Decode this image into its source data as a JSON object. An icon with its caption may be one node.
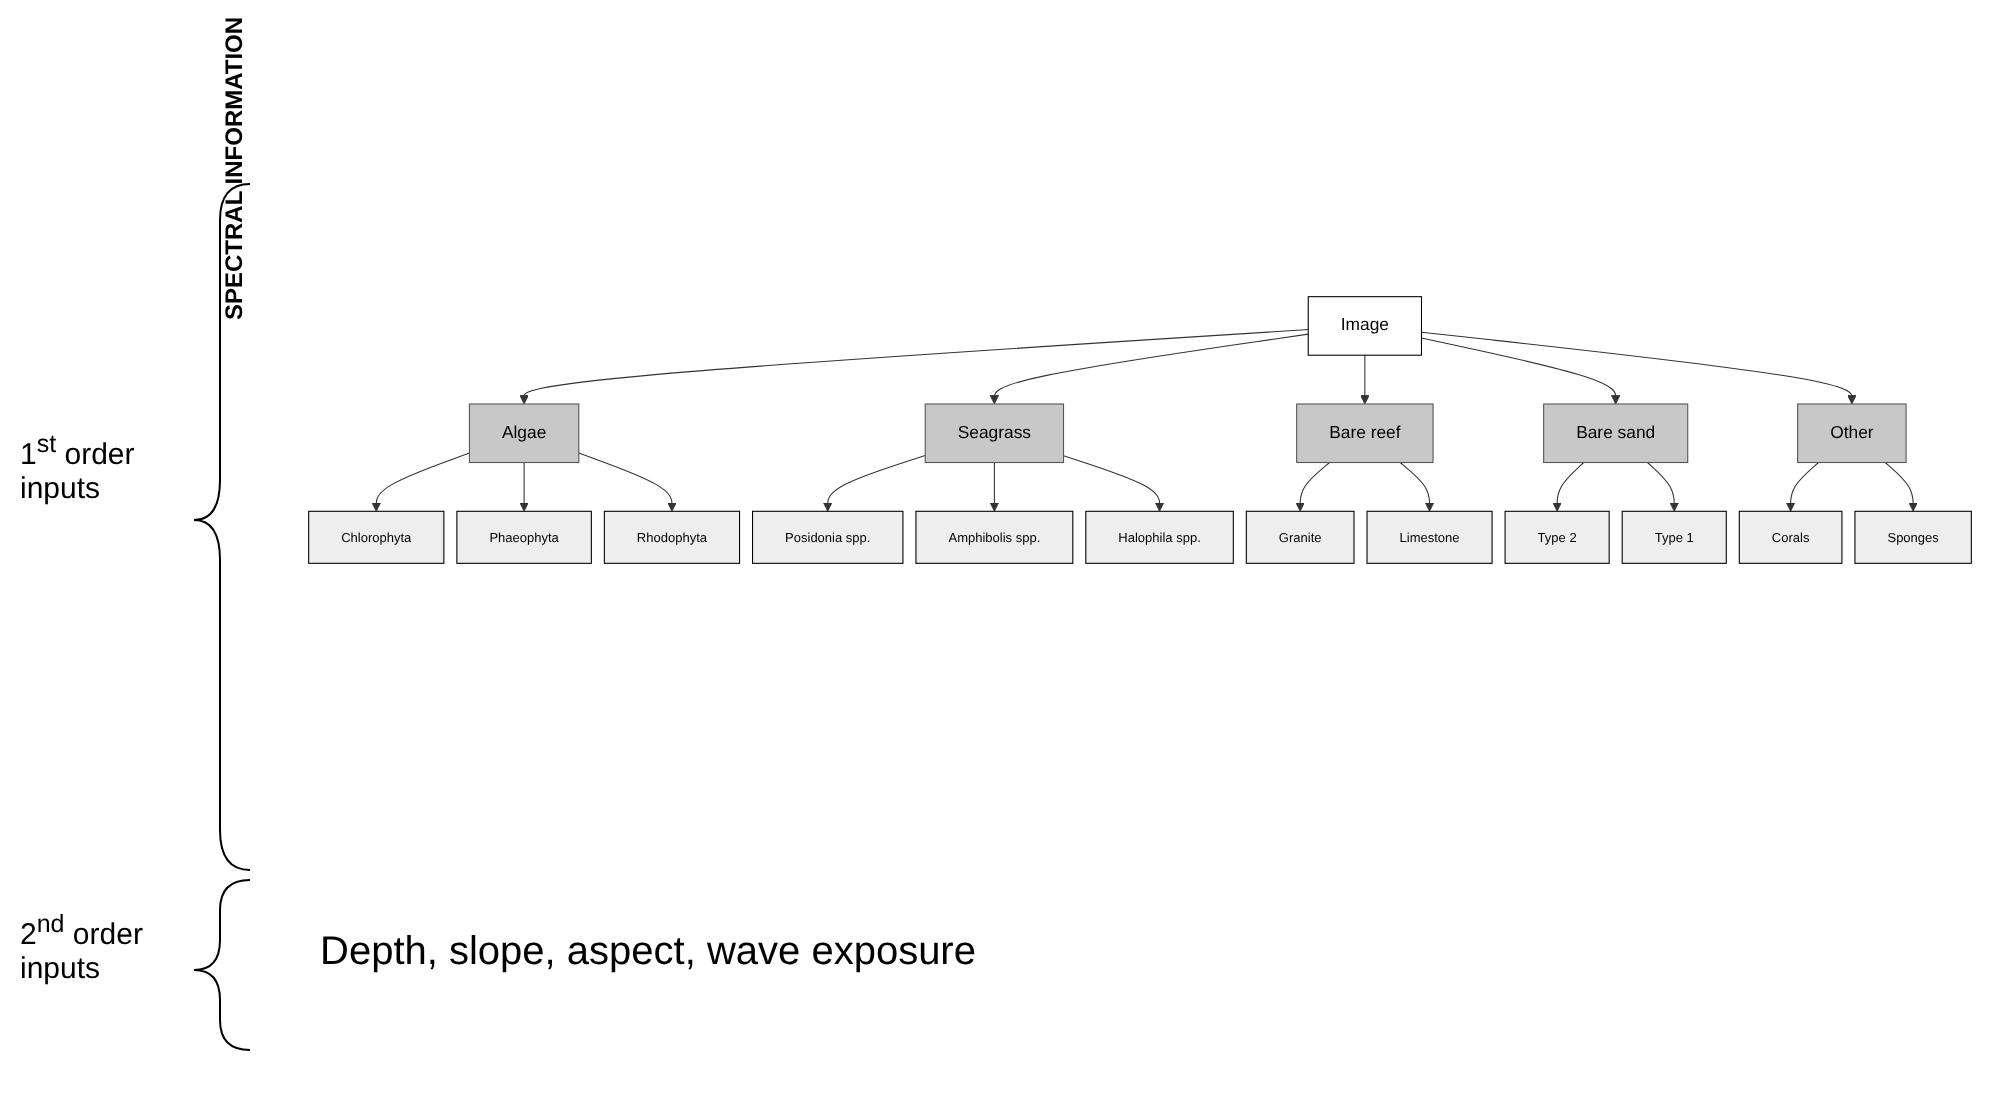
{
  "diagram": {
    "nodes": [
      {
        "text": [
          "Image"
        ]
      },
      {
        "text": [
          "Algae"
        ]
      },
      {
        "text": [
          "Seagrass"
        ]
      },
      {
        "text": [
          "Bare reef"
        ]
      },
      {
        "text": [
          "Bare sand"
        ]
      },
      {
        "text": [
          "Other"
        ]
      },
      {
        "text": [
          "Chlorophyta"
        ]
      },
      {
        "text": [
          "Phaeophyta"
        ]
      },
      {
        "text": [
          "Rhodophyta"
        ]
      },
      {
        "text": [
          "Posidonia spp."
        ]
      },
      {
        "text": [
          "Amphibolis spp."
        ]
      },
      {
        "text": [
          "Halophila spp."
        ]
      },
      {
        "text": [
          "Granite"
        ]
      },
      {
        "text": [
          "Limestone"
        ]
      },
      {
        "text": [
          "Type 2"
        ]
      },
      {
        "text": [
          "Type 1"
        ]
      },
      {
        "text": [
          "Corals"
        ]
      },
      {
        "text": [
          "Sponges"
        ]
      }
    ],
    "edges": [
      {
        "from": 0,
        "to": 1,
        "arrow": "to"
      },
      {
        "from": 0,
        "to": 2,
        "arrow": "to"
      },
      {
        "from": 0,
        "to": 3,
        "arrow": "to"
      },
      {
        "from": 0,
        "to": 4,
        "arrow": "to"
      },
      {
        "from": 0,
        "to": 5,
        "arrow": "to"
      },
      {
        "from": 1,
        "to": 6,
        "arrow": "to"
      },
      {
        "from": 1,
        "to": 7,
        "arrow": "to"
      },
      {
        "from": 1,
        "to": 8,
        "arrow": "to"
      },
      {
        "from": 2,
        "to": 9,
        "arrow": "to"
      },
      {
        "from": 2,
        "to": 10,
        "arrow": "to"
      },
      {
        "from": 2,
        "to": 11,
        "arrow": "to"
      },
      {
        "from": 3,
        "to": 12,
        "arrow": "to"
      },
      {
        "from": 3,
        "to": 13,
        "arrow": "to"
      },
      {
        "from": 4,
        "to": 14,
        "arrow": "to"
      },
      {
        "from": 4,
        "to": 15,
        "arrow": "to"
      },
      {
        "from": 5,
        "to": 16,
        "arrow": "to"
      },
      {
        "from": 5,
        "to": 17,
        "arrow": "to"
      }
    ],
    "labels": [
      "SPECTRAL INFORMATION",
      "1$^{st}$ order inputs",
      "2$^{nd}$ order inputs",
      "Depth, slope, aspect, wave exposure"
    ]
  }
}
